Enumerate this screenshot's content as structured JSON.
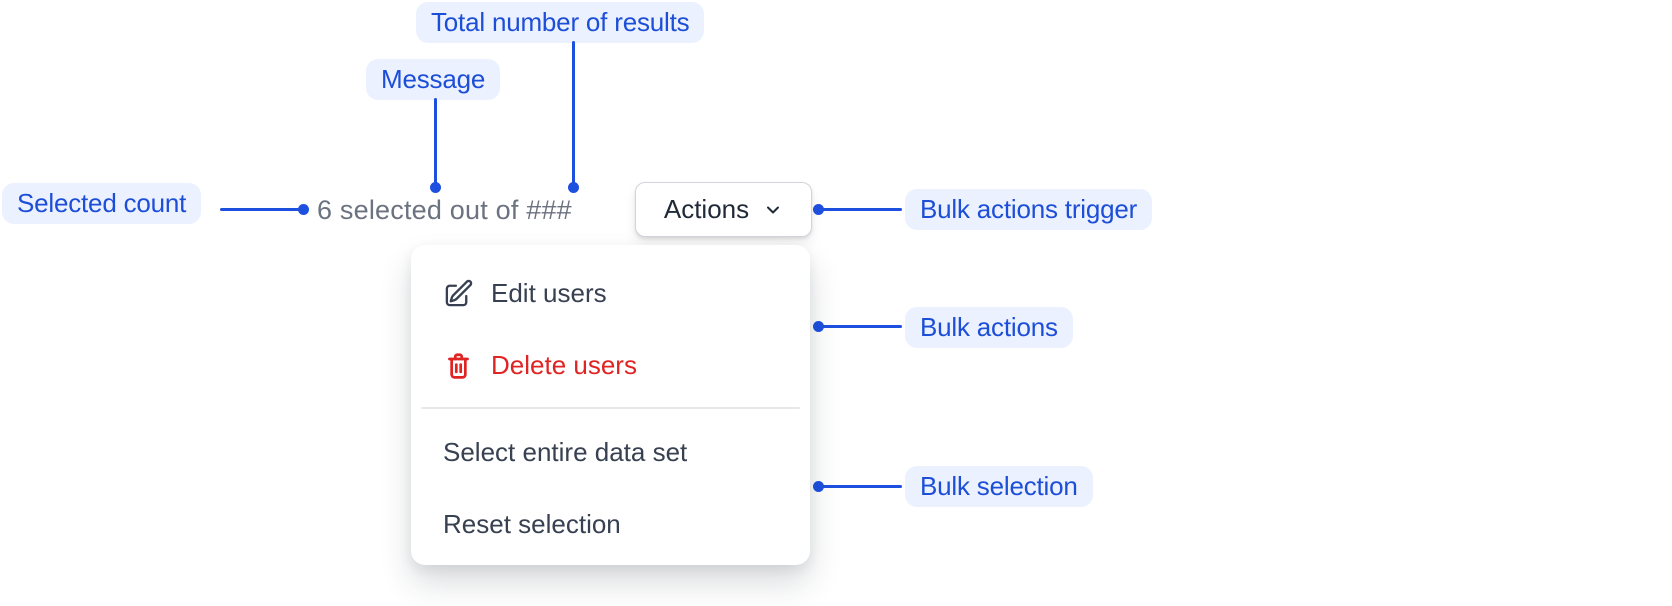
{
  "figure": {
    "message": "6 selected out of ###",
    "actions_button_label": "Actions"
  },
  "annotations": {
    "selected_count": "Selected count",
    "message": "Message",
    "total_results": "Total number of results",
    "bulk_actions_trigger": "Bulk actions trigger",
    "bulk_actions": "Bulk actions",
    "bulk_selection": "Bulk selection"
  },
  "menu": {
    "items": [
      {
        "label": "Edit users",
        "icon": "edit-icon",
        "style": "default"
      },
      {
        "label": "Delete users",
        "icon": "trash-icon",
        "style": "danger"
      },
      {
        "type": "divider"
      },
      {
        "label": "Select entire data set",
        "style": "default"
      },
      {
        "label": "Reset selection",
        "style": "default"
      }
    ]
  },
  "colors": {
    "annotation_text": "#1d4ed8",
    "annotation_bg": "#ebf1fe",
    "connector": "#1e50e0",
    "message_text": "#6b7280",
    "menu_text": "#374151",
    "danger": "#e02424",
    "button_text": "#1f2937",
    "button_border": "#d1d5db"
  }
}
